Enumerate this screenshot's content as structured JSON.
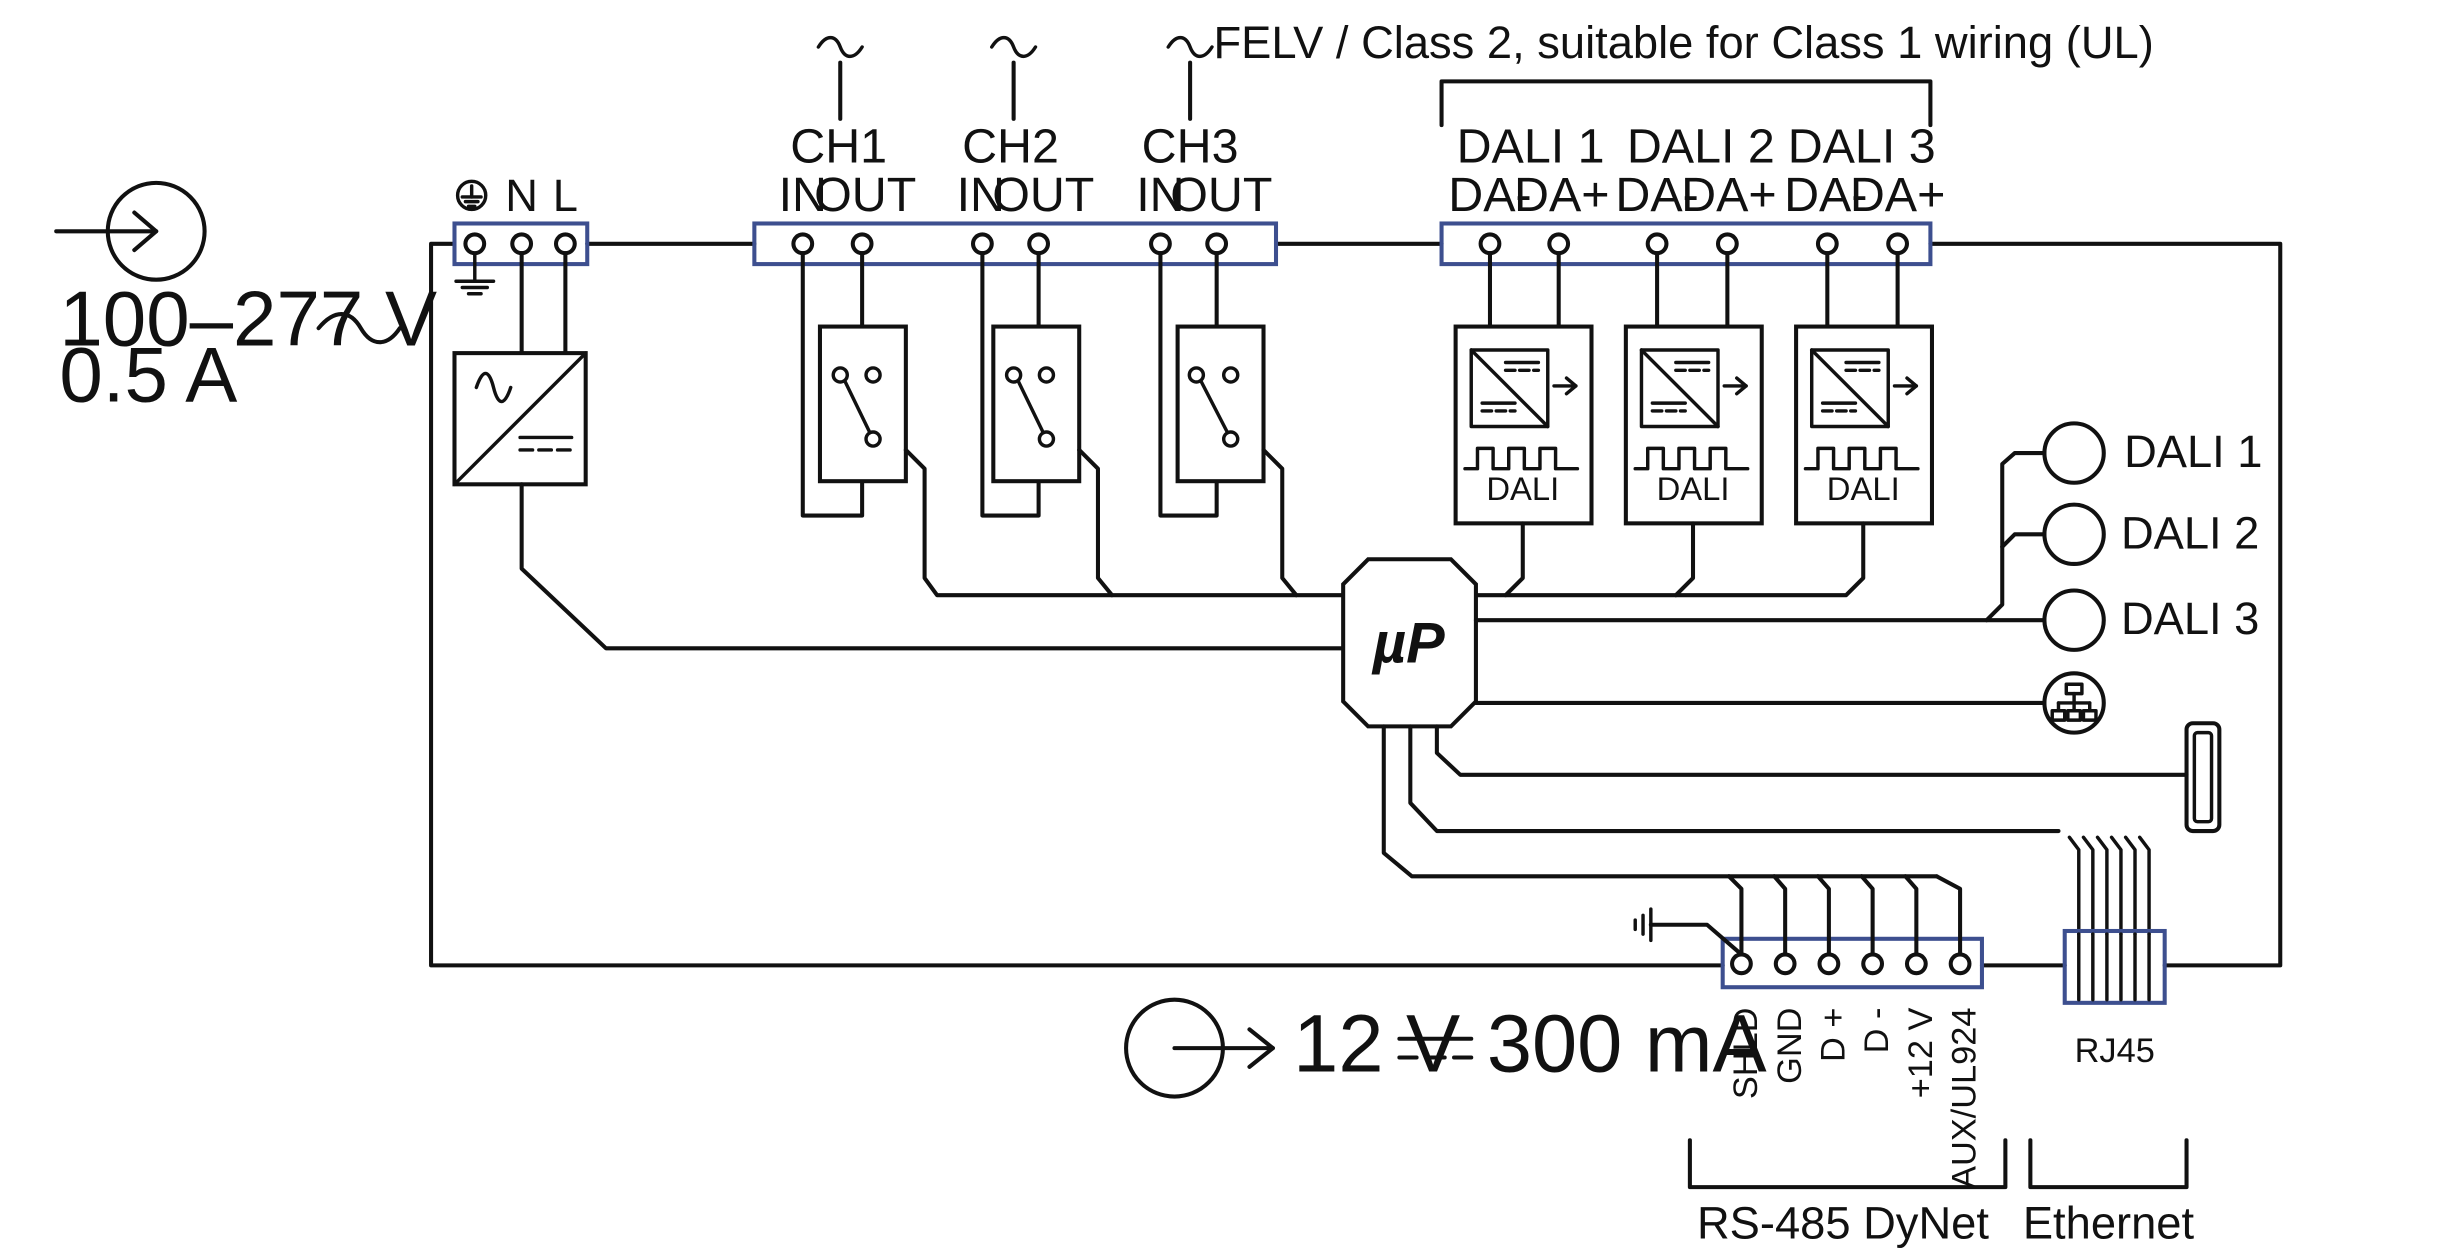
{
  "colors": {
    "line": "#111111",
    "strip": "#3d4f8f",
    "background": "#ffffff"
  },
  "supply": {
    "voltage": "100–277 V",
    "current": "0.5 A"
  },
  "mains_terminals": {
    "earth_icon": "protective-earth-icon",
    "labels": [
      "N",
      "L"
    ]
  },
  "channels": [
    {
      "label": "CH1",
      "ac_symbol": "~",
      "in": "IN",
      "out": "OUT"
    },
    {
      "label": "CH2",
      "ac_symbol": "~",
      "in": "IN",
      "out": "OUT"
    },
    {
      "label": "CH3",
      "ac_symbol": "~",
      "in": "IN",
      "out": "OUT"
    }
  ],
  "felv_note": "FELV / Class 2, suitable for Class 1 wiring (UL)",
  "dali_outputs": [
    {
      "label": "DALI 1",
      "neg": "DA-",
      "pos": "DA+",
      "module_label": "DALI"
    },
    {
      "label": "DALI 2",
      "neg": "DA-",
      "pos": "DA+",
      "module_label": "DALI"
    },
    {
      "label": "DALI 3",
      "neg": "DA-",
      "pos": "DA+",
      "module_label": "DALI"
    }
  ],
  "processor": {
    "label": "µP"
  },
  "indicators": [
    {
      "label": "DALI 1"
    },
    {
      "label": "DALI 2"
    },
    {
      "label": "DALI 3"
    }
  ],
  "network_icon": "network-icon",
  "usb_icon": "usb-port-icon",
  "aux_output": {
    "voltage": "12 V",
    "current": "300 mA"
  },
  "rs485": {
    "terminals": [
      "SHLD",
      "GND",
      "D +",
      "D -",
      "+12 V",
      "AUX/UL924"
    ],
    "group_label": "RS-485 DyNet"
  },
  "ethernet": {
    "port_label": "RJ45",
    "group_label": "Ethernet"
  }
}
